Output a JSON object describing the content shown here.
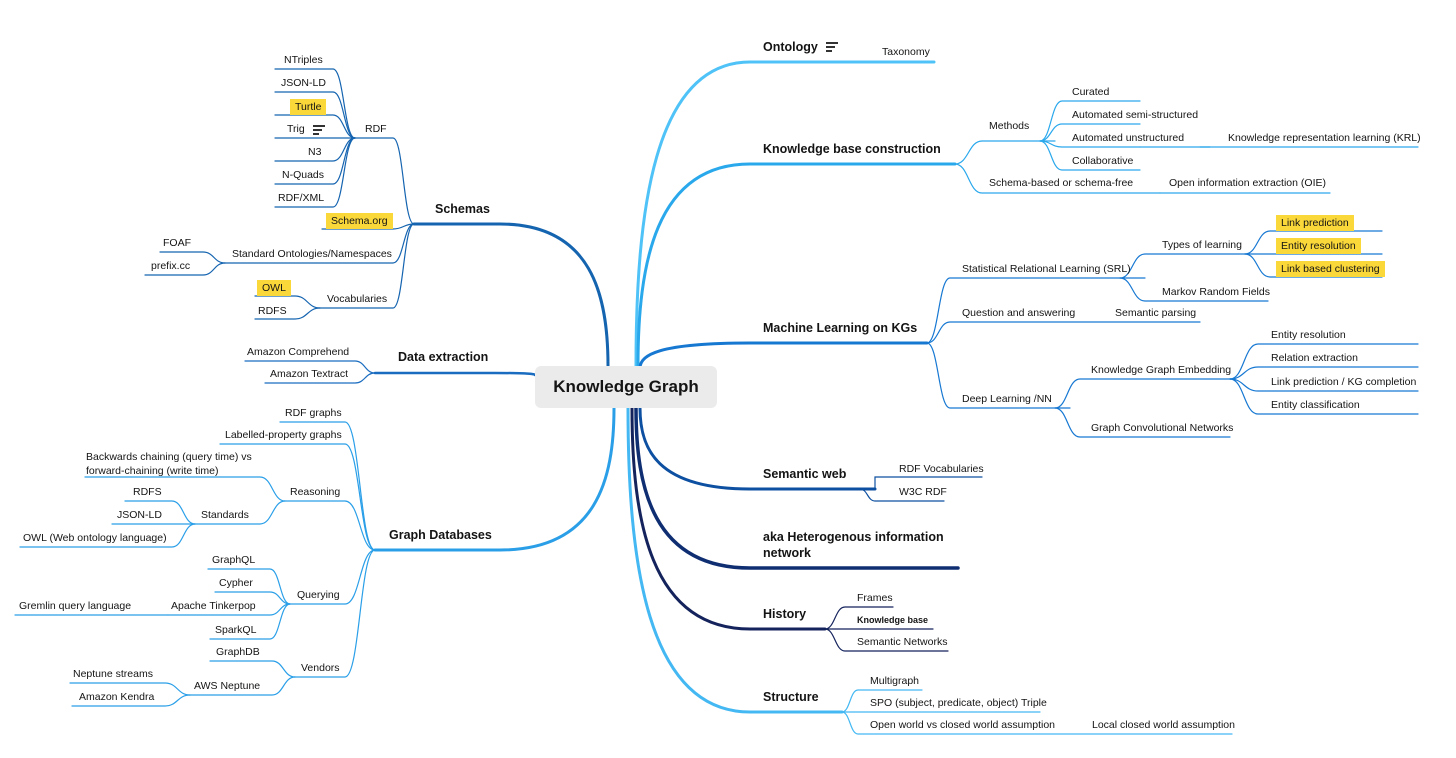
{
  "central_topic": "Knowledge Graph",
  "right": {
    "ontology": {
      "label": "Ontology",
      "children": [
        "Taxonomy"
      ]
    },
    "kb_construction": {
      "label": "Knowledge base construction",
      "methods": {
        "label": "Methods",
        "children": [
          "Curated",
          "Automated semi-structured",
          "Automated unstructured",
          "Collaborative"
        ],
        "automated_unstructured_child": "Knowledge representation learning (KRL)"
      },
      "schema": {
        "label": "Schema-based or schema-free",
        "child": "Open information extraction (OIE)"
      }
    },
    "ml_on_kgs": {
      "label": "Machine Learning on KGs",
      "srl": {
        "label": "Statistical Relational Learning (SRL)",
        "types": {
          "label": "Types of learning",
          "children": [
            "Link prediction",
            "Entity resolution",
            "Link based clustering"
          ]
        },
        "mrf": "Markov Random Fields"
      },
      "qa": {
        "label": "Question and answering",
        "child": "Semantic parsing"
      },
      "dl": {
        "label": "Deep Learning /NN",
        "kge": {
          "label": "Knowledge Graph Embedding",
          "children": [
            "Entity resolution",
            "Relation extraction",
            "Link prediction / KG completion",
            "Entity classification"
          ]
        },
        "gcn": "Graph Convolutional Networks"
      }
    },
    "semantic_web": {
      "label": "Semantic web",
      "children": [
        "RDF Vocabularies",
        "W3C RDF"
      ]
    },
    "aka": {
      "label": "aka Heterogenous information network"
    },
    "history": {
      "label": "History",
      "children": [
        "Frames",
        "Knowledge base",
        "Semantic Networks"
      ]
    },
    "structure": {
      "label": "Structure",
      "children": [
        "Multigraph",
        "SPO (subject, predicate, object) Triple",
        "Open world vs closed world assumption"
      ],
      "open_world_child": "Local closed world assumption"
    }
  },
  "left": {
    "schemas": {
      "label": "Schemas",
      "rdf": {
        "label": "RDF",
        "children": [
          "NTriples",
          "JSON-LD",
          "Turtle",
          "Trig",
          "N3",
          "N-Quads",
          "RDF/XML"
        ]
      },
      "schema_org": "Schema.org",
      "standard_ontologies": {
        "label": "Standard Ontologies/Namespaces",
        "children": [
          "FOAF",
          "prefix.cc"
        ]
      },
      "vocabularies": {
        "label": "Vocabularies",
        "children": [
          "OWL",
          "RDFS"
        ]
      }
    },
    "data_extraction": {
      "label": "Data extraction",
      "children": [
        "Amazon Comprehend",
        "Amazon Textract"
      ]
    },
    "graph_databases": {
      "label": "Graph Databases",
      "rdf_graphs": "RDF graphs",
      "labelled_property_graphs": "Labelled-property graphs",
      "reasoning": {
        "label": "Reasoning",
        "chaining": "Backwards chaining (query time) vs forward-chaining (write time)",
        "standards": {
          "label": "Standards",
          "children": [
            "RDFS",
            "JSON-LD",
            "OWL (Web ontology language)"
          ]
        }
      },
      "querying": {
        "label": "Querying",
        "children": [
          "GraphQL",
          "Cypher",
          "Apache Tinkerpop",
          "SparkQL"
        ],
        "tinkerpop_child": "Gremlin query language"
      },
      "vendors": {
        "label": "Vendors",
        "graphdb": "GraphDB",
        "aws_neptune": {
          "label": "AWS Neptune",
          "children": [
            "Neptune streams",
            "Amazon Kendra"
          ]
        }
      }
    }
  },
  "colors": {
    "ontology": "#4fc3f7",
    "kb_construction": "#2aa8ec",
    "ml": "#1778d2",
    "semantic_web": "#0d4fa0",
    "aka": "#0f2e72",
    "history": "#14235c",
    "structure": "#44b8f2",
    "schemas": "#1564b0",
    "data_extraction": "#1a6cc0",
    "graph_databases": "#2a9fe8",
    "highlight": "#fbd83a",
    "center_bg": "#ebebeb"
  }
}
